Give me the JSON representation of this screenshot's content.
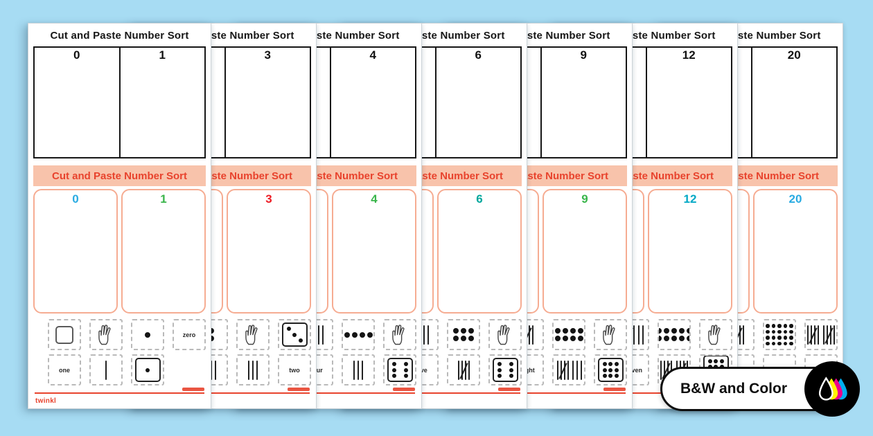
{
  "page_title": "Cut and Paste Number Sort",
  "badge": {
    "label": "B&W and Color"
  },
  "footer": {
    "brand": "twinkl"
  },
  "colors": {
    "background": "#a7dcf3",
    "salmon_bar": "#f8c3ab",
    "salmon_text": "#e8432d",
    "box_border": "#f6ac92",
    "footer_red": "#e8432d",
    "badge_border": "#0d0d0d",
    "ink_black": "#000000",
    "ink_yellow": "#fff200",
    "ink_magenta": "#ec008c",
    "ink_cyan": "#00aeef"
  },
  "pages": [
    {
      "bw_numbers": [
        "0",
        "1"
      ],
      "color_numbers": [
        {
          "text": "0",
          "color": "#29abe2"
        },
        {
          "text": "1",
          "color": "#39b54a"
        }
      ],
      "cards": [
        [
          {
            "type": "square"
          },
          {
            "type": "hand"
          },
          {
            "type": "dots",
            "count": 1,
            "cols": 1
          },
          {
            "type": "word",
            "text": "zero"
          }
        ],
        [
          {
            "type": "word",
            "text": "one"
          },
          {
            "type": "tally",
            "count": 1
          },
          {
            "type": "dice",
            "count": 1
          }
        ]
      ]
    },
    {
      "bw_numbers": [
        "",
        "3"
      ],
      "color_numbers": [
        {
          "text": "",
          "color": "#000000"
        },
        {
          "text": "3",
          "color": "#ed1c24"
        }
      ],
      "cards": [
        [
          {
            "type": "blank"
          },
          {
            "type": "dots",
            "count": 2,
            "cols": 1
          },
          {
            "type": "hand"
          },
          {
            "type": "dice",
            "count": 3
          }
        ],
        [
          {
            "type": "blank"
          },
          {
            "type": "tally",
            "count": 3
          },
          {
            "type": "tally",
            "count": 3
          },
          {
            "type": "word",
            "text": "two"
          }
        ]
      ]
    },
    {
      "bw_numbers": [
        "",
        "4"
      ],
      "color_numbers": [
        {
          "text": "",
          "color": "#000000"
        },
        {
          "text": "4",
          "color": "#39b54a"
        }
      ],
      "cards": [
        [
          {
            "type": "blank"
          },
          {
            "type": "tally",
            "count": 4
          },
          {
            "type": "dots",
            "count": 4,
            "cols": 4
          },
          {
            "type": "hand"
          }
        ],
        [
          {
            "type": "blank"
          },
          {
            "type": "word",
            "text": "four"
          },
          {
            "type": "tally",
            "count": 3
          },
          {
            "type": "dice",
            "count": 6
          }
        ]
      ]
    },
    {
      "bw_numbers": [
        "",
        "6"
      ],
      "color_numbers": [
        {
          "text": "",
          "color": "#000000"
        },
        {
          "text": "6",
          "color": "#00a79c"
        }
      ],
      "cards": [
        [
          {
            "type": "blank"
          },
          {
            "type": "tally",
            "count": 4
          },
          {
            "type": "dots",
            "count": 6,
            "cols": 3
          },
          {
            "type": "hand"
          }
        ],
        [
          {
            "type": "blank"
          },
          {
            "type": "word",
            "text": "five"
          },
          {
            "type": "tally",
            "count": 5
          },
          {
            "type": "dice",
            "count": 6
          }
        ]
      ]
    },
    {
      "bw_numbers": [
        "",
        "9"
      ],
      "color_numbers": [
        {
          "text": "",
          "color": "#000000"
        },
        {
          "text": "9",
          "color": "#39b54a"
        }
      ],
      "cards": [
        [
          {
            "type": "blank"
          },
          {
            "type": "tally",
            "count": 5
          },
          {
            "type": "dots",
            "count": 8,
            "cols": 4
          },
          {
            "type": "hand"
          }
        ],
        [
          {
            "type": "blank"
          },
          {
            "type": "word",
            "text": "eight"
          },
          {
            "type": "tally",
            "count": 8
          },
          {
            "type": "dice",
            "count": 9
          }
        ]
      ]
    },
    {
      "bw_numbers": [
        "",
        "12"
      ],
      "color_numbers": [
        {
          "text": "",
          "color": "#000000"
        },
        {
          "text": "12",
          "color": "#00a8c5"
        }
      ],
      "cards": [
        [
          {
            "type": "blank"
          },
          {
            "type": "tally",
            "count": 7
          },
          {
            "type": "dots",
            "count": 10,
            "cols": 5
          },
          {
            "type": "hand"
          }
        ],
        [
          {
            "type": "blank"
          },
          {
            "type": "word",
            "text": "eleven"
          },
          {
            "type": "tally",
            "count": 10
          },
          {
            "type": "dice",
            "count": 12
          }
        ]
      ]
    },
    {
      "bw_numbers": [
        "",
        "20"
      ],
      "color_numbers": [
        {
          "text": "",
          "color": "#000000"
        },
        {
          "text": "20",
          "color": "#29abe2"
        }
      ],
      "cards": [
        [
          {
            "type": "blank"
          },
          {
            "type": "tally",
            "count": 5
          },
          {
            "type": "dots",
            "count": 20,
            "cols": 5
          },
          {
            "type": "tally",
            "count": 10
          }
        ],
        [
          {
            "type": "blank"
          },
          {
            "type": "blank"
          },
          {
            "type": "blank"
          },
          {
            "type": "blank"
          }
        ]
      ]
    }
  ]
}
